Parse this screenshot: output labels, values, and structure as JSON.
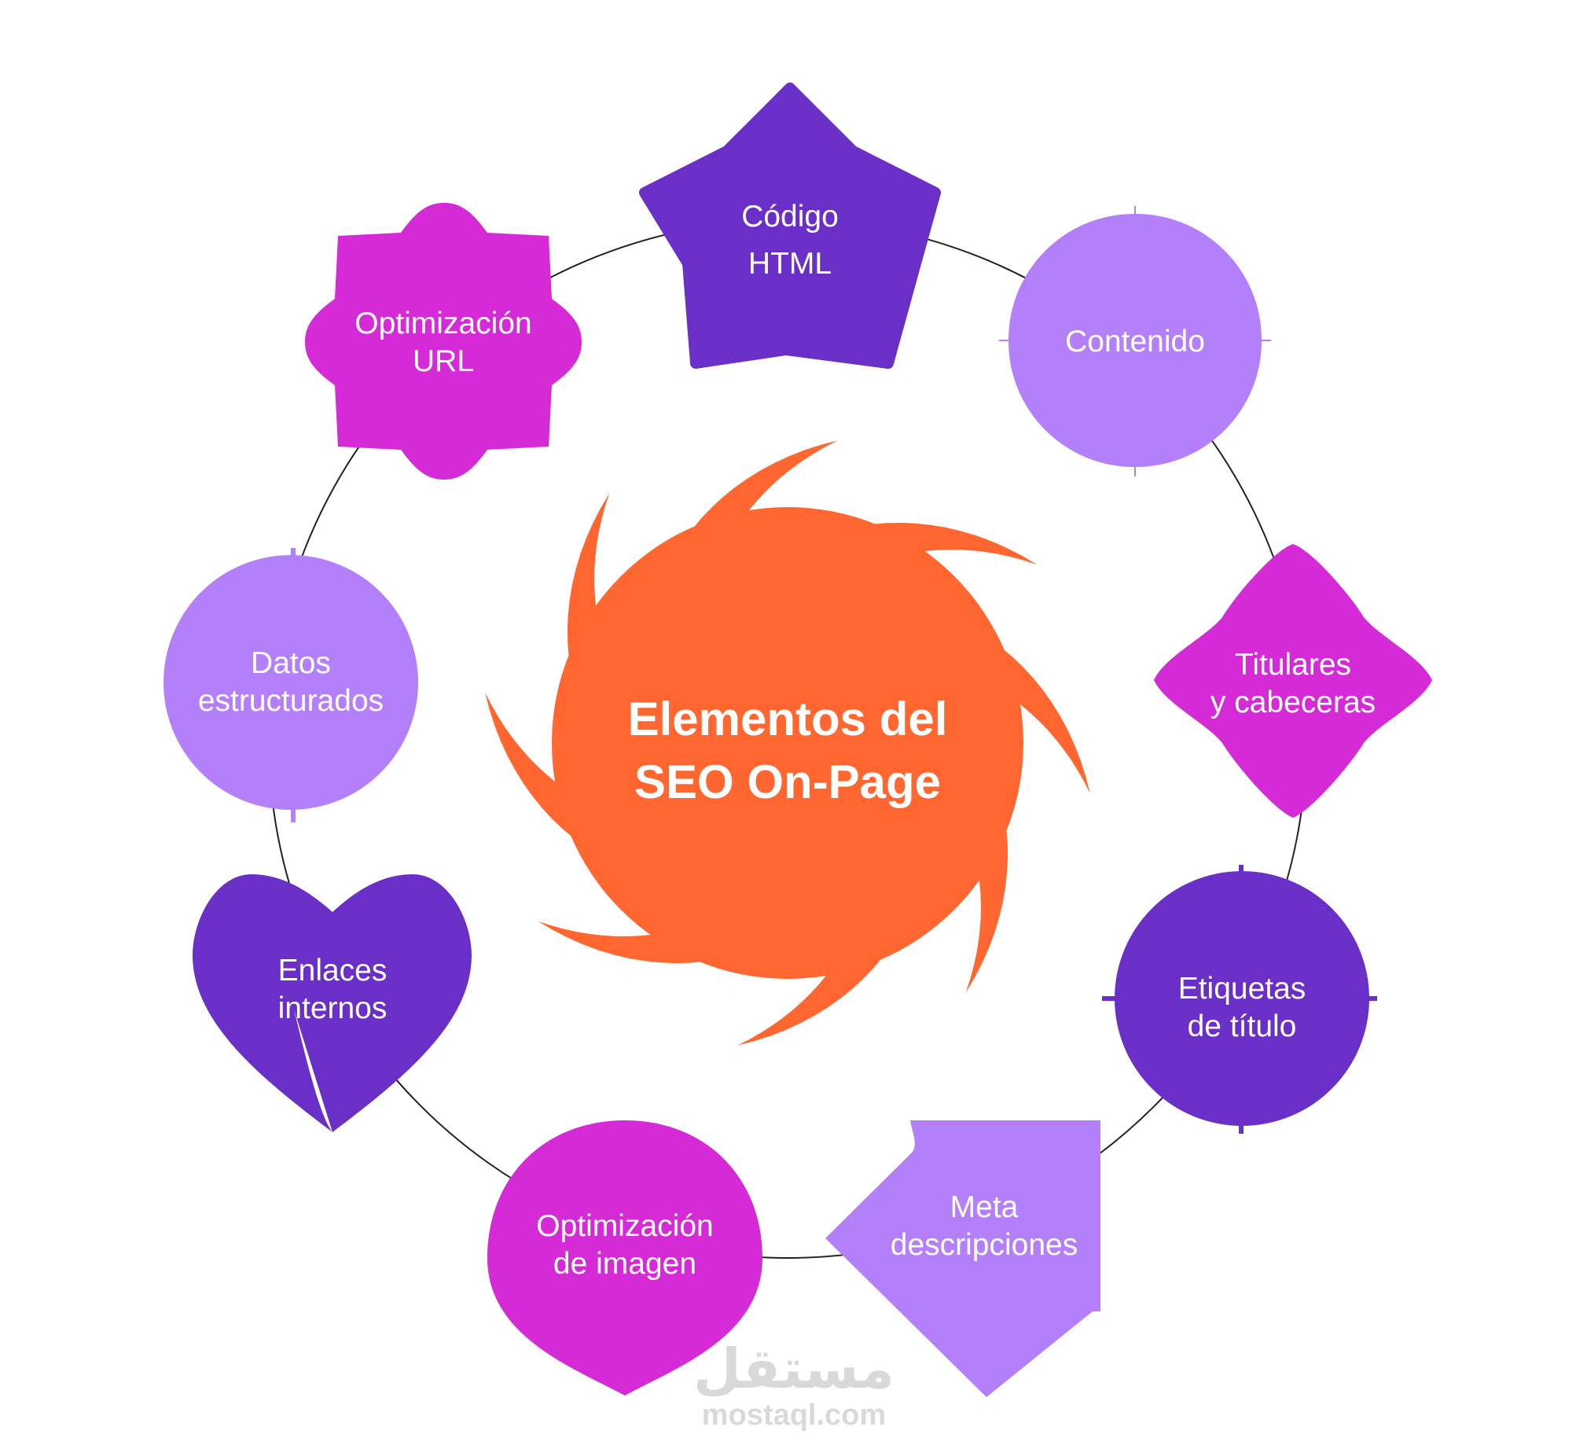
{
  "diagram": {
    "center": {
      "lines": [
        "Elementos del",
        "SEO On-Page"
      ],
      "color": "#ff6630"
    },
    "nodes": [
      {
        "id": "codigo-html",
        "lines": [
          "Código",
          "HTML"
        ],
        "shape": "star",
        "color": "#6a2fc7"
      },
      {
        "id": "contenido",
        "lines": [
          "Contenido"
        ],
        "shape": "circle-notched",
        "color": "#b380fa"
      },
      {
        "id": "titulares",
        "lines": [
          "Titulares",
          "y cabeceras"
        ],
        "shape": "curved-diamond",
        "color": "#d42bd6"
      },
      {
        "id": "etiquetas",
        "lines": [
          "Etiquetas",
          "de título"
        ],
        "shape": "circle-notched",
        "color": "#6a2fc7"
      },
      {
        "id": "meta",
        "lines": [
          "Meta",
          "descripciones"
        ],
        "shape": "arrow-pentagon",
        "color": "#b380fa"
      },
      {
        "id": "imagen",
        "lines": [
          "Optimización",
          "de imagen"
        ],
        "shape": "drop",
        "color": "#d42bd6"
      },
      {
        "id": "enlaces",
        "lines": [
          "Enlaces",
          "internos"
        ],
        "shape": "heart",
        "color": "#6a2fc7"
      },
      {
        "id": "datos",
        "lines": [
          "Datos",
          "estructurados"
        ],
        "shape": "circle-notched",
        "color": "#b380fa"
      },
      {
        "id": "url",
        "lines": [
          "Optimización",
          "URL"
        ],
        "shape": "flower-square",
        "color": "#d42bd6"
      }
    ],
    "ring_color": "#222222"
  },
  "watermark": {
    "arabic": "مستقل",
    "url": "mostaql.com"
  }
}
